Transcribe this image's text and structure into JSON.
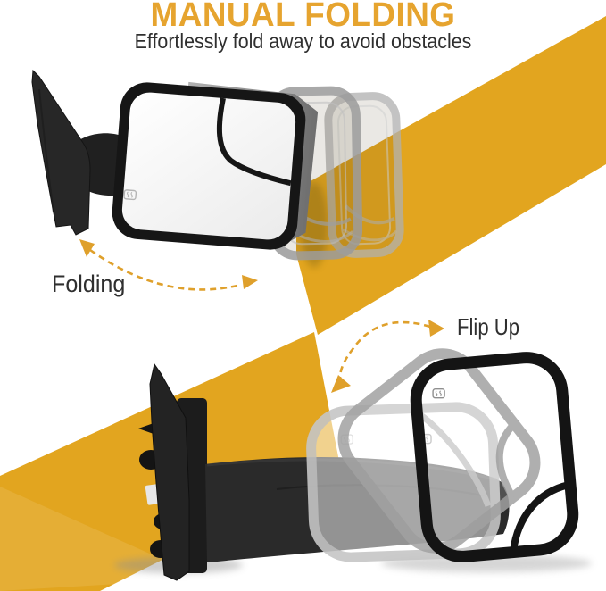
{
  "header": {
    "title": "MANUAL FOLDING",
    "subtitle": "Effortlessly fold away to avoid obstacles"
  },
  "annotations": {
    "folding": {
      "label": "Folding",
      "arrow": "curved-dashed-double-arrow"
    },
    "flip_up": {
      "label": "Flip Up",
      "arrow": "curved-dashed-double-arrow"
    }
  },
  "icons": {
    "heated_mirror": "heated-mirror-icon"
  },
  "colors": {
    "band_gold": "#E2A51F",
    "title_gold": "#E6A42F",
    "arrow_gold": "#DFA02B",
    "label_dark": "#2F2F2F",
    "mirror_black": "#1A1A1A",
    "ghost_gray": "#A8A8A8",
    "glass_white": "#FBFBFB"
  }
}
